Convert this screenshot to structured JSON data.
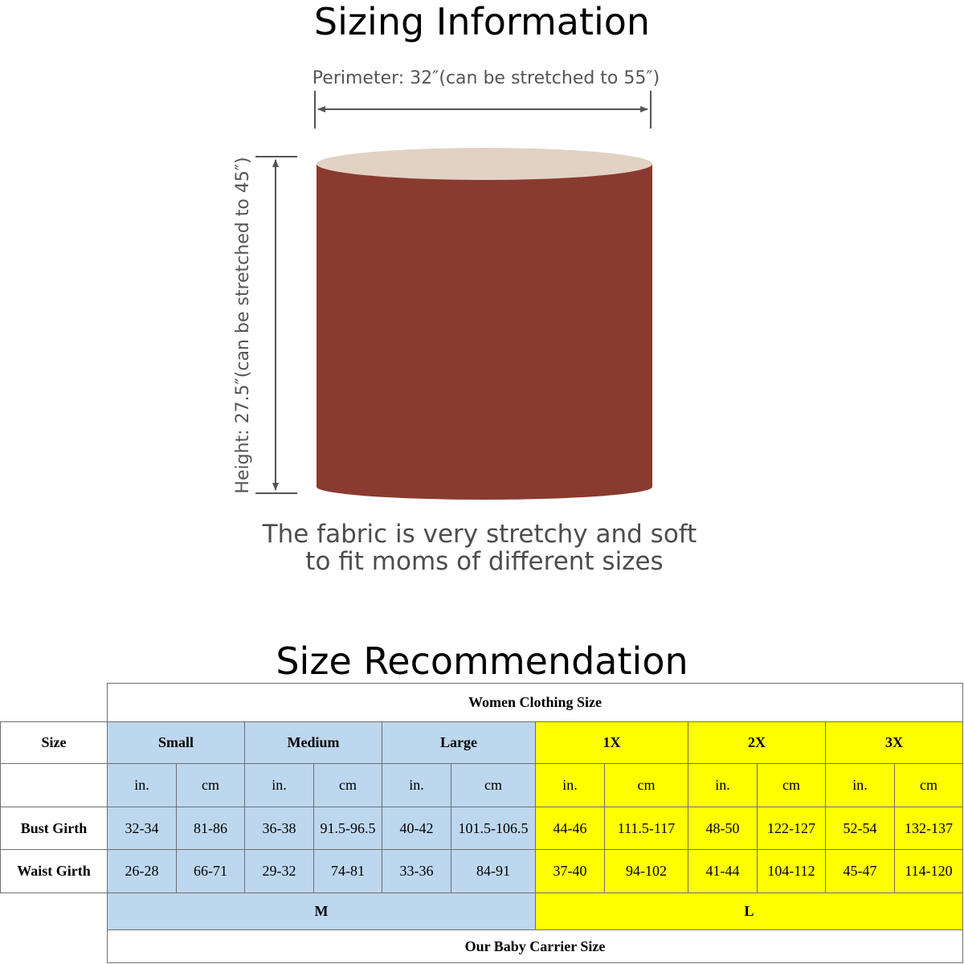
{
  "sizing": {
    "title": "Sizing Information",
    "perimeter_label": "Perimeter: 32″(can be stretched to 55″)",
    "height_label": "Height: 27.5″(can be stretched to 45″)",
    "description_line1": "The fabric is very stretchy and soft",
    "description_line2": "to fit moms of different sizes",
    "colors": {
      "fabric": "#8a3b30",
      "inner_top": "#e2d2c3",
      "text": "#4d4d4d"
    }
  },
  "recommendation": {
    "title": "Size Recommendation",
    "table": {
      "top_header": "Women Clothing Size",
      "size_label": "Size",
      "size_columns": [
        "Small",
        "Medium",
        "Large",
        "1X",
        "2X",
        "3X"
      ],
      "unit_in": "in.",
      "unit_cm": "cm",
      "rows": [
        {
          "label": "Bust Girth",
          "values": [
            "32-34",
            "81-86",
            "36-38",
            "91.5-96.5",
            "40-42",
            "101.5-106.5",
            "44-46",
            "111.5-117",
            "48-50",
            "122-127",
            "52-54",
            "132-137"
          ]
        },
        {
          "label": "Waist Girth",
          "values": [
            "26-28",
            "66-71",
            "29-32",
            "74-81",
            "33-36",
            "84-91",
            "37-40",
            "94-102",
            "41-44",
            "104-112",
            "45-47",
            "114-120"
          ]
        }
      ],
      "carrier_sizes": [
        "M",
        "L"
      ],
      "bottom_footer": "Our Baby Carrier Size",
      "colors": {
        "blue": "#bdd7ee",
        "yellow": "#ffff00"
      }
    }
  }
}
